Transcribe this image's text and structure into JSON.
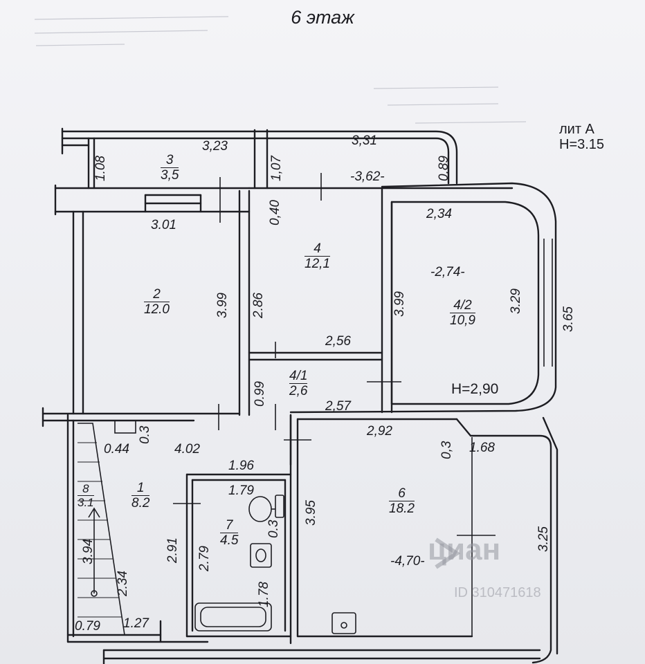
{
  "title": "6 этаж",
  "building": {
    "lit": "лит А",
    "height": "H=3.15"
  },
  "rooms": [
    {
      "num": "3",
      "area": "3,5"
    },
    {
      "num": "2",
      "area": "12.0"
    },
    {
      "num": "4",
      "area": "12,1"
    },
    {
      "num": "4/2",
      "area": "10,9"
    },
    {
      "num": "4/1",
      "area": "2,6"
    },
    {
      "num": "1",
      "area": "8.2"
    },
    {
      "num": "7",
      "area": "4.5"
    },
    {
      "num": "6",
      "area": "18.2"
    },
    {
      "num": "8",
      "area": "3.1"
    }
  ],
  "ceiling_height_4_2": "H=2,90",
  "dims": {
    "d323": "3,23",
    "d331": "3,31",
    "d362": "-3,62-",
    "d108": "1.08",
    "d107": "1,07",
    "d089": "0.89",
    "d040": "0,40",
    "d301": "3.01",
    "d234": "2,34",
    "d399a": "3.99",
    "d286": "2.86",
    "d274": "-2,74-",
    "d399b": "3.99",
    "d329": "3.29",
    "d365": "3.65",
    "d256": "2,56",
    "d099": "0.99",
    "d257": "2,57",
    "d03a": "0.3",
    "d044": "0.44",
    "d402": "4.02",
    "d292": "2,92",
    "d03b": "0,3",
    "d168": "1.68",
    "d196": "1.96",
    "d179": "1.79",
    "d395": "3.95",
    "d03c": "0.3",
    "d291": "2.91",
    "d279": "2.79",
    "d470": "-4,70-",
    "d325": "3.25",
    "d394": "3.94",
    "d234b": "2.34",
    "d178": "1.78",
    "d079": "0.79",
    "d127": "1.27"
  },
  "watermark": {
    "brand": "циан",
    "id": "ID 310471618"
  }
}
